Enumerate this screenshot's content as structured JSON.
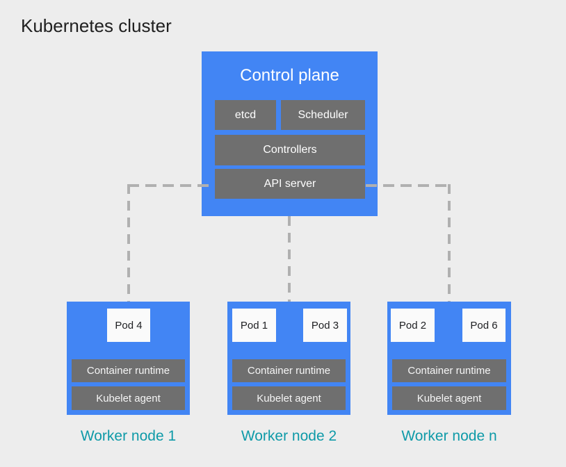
{
  "title": "Kubernetes cluster",
  "control_plane": {
    "title": "Control plane",
    "etcd": "etcd",
    "scheduler": "Scheduler",
    "controllers": "Controllers",
    "api_server": "API server"
  },
  "workers": [
    {
      "label": "Worker node 1",
      "pods": [
        "Pod 4"
      ],
      "runtime": "Container runtime",
      "agent": "Kubelet agent"
    },
    {
      "label": "Worker node 2",
      "pods": [
        "Pod 1",
        "Pod 3"
      ],
      "runtime": "Container runtime",
      "agent": "Kubelet agent"
    },
    {
      "label": "Worker node n",
      "pods": [
        "Pod 2",
        "Pod 6"
      ],
      "runtime": "Container runtime",
      "agent": "Kubelet agent"
    }
  ],
  "colors": {
    "background": "#EDEDED",
    "node_blue": "#4285F4",
    "component_gray": "#6F6F6F",
    "pod_background": "#FAFAFA",
    "connector_gray": "#B0B0B0",
    "worker_label_teal": "#0E9AA8",
    "title_text": "#1F1F1F",
    "component_text": "#FFFFFF",
    "pod_text": "#202124"
  }
}
